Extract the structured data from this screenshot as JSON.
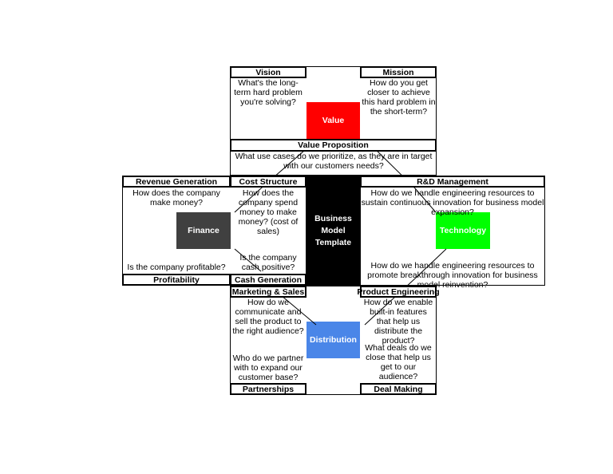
{
  "center": {
    "label": "Business Model Template",
    "color": "#000000"
  },
  "tiles": {
    "value": {
      "label": "Value",
      "color": "#ff0000"
    },
    "finance": {
      "label": "Finance",
      "color": "#404040"
    },
    "technology": {
      "label": "Technology",
      "color": "#00ff00"
    },
    "distribution": {
      "label": "Distribution",
      "color": "#4a86e8"
    }
  },
  "headers": {
    "vision": "Vision",
    "mission": "Mission",
    "value_proposition": "Value Proposition",
    "revenue_generation": "Revenue Generation",
    "cost_structure": "Cost Structure",
    "rd_management": "R&D Management",
    "profitability": "Profitability",
    "cash_generation": "Cash Generation",
    "marketing_sales": "Marketing & Sales",
    "product_engineering": "Product Engineering",
    "partnerships": "Partnerships",
    "deal_making": "Deal Making"
  },
  "questions": {
    "vision": "What's the long-term hard problem you're solving?",
    "mission": "How do you get closer to achieve this hard problem in the short-term?",
    "value_proposition": "What use cases do we prioritize, as they are in target with our customers needs?",
    "revenue_generation": "How does the company make money?",
    "profitability": "Is the company profitable?",
    "cost_structure": "How does the company spend money to make money? (cost of sales)",
    "cash_generation": "Is the company cash positive?",
    "rd_management": "How do we handle engineering resources to sustain continuous innovation for business model expansion?",
    "rd_reinvention": "How do we handle engineering resources to promote breakthrough innovation for business model reinvention?",
    "marketing_sales": "How do we communicate and sell the product to the right audience?",
    "partnerships": "Who do we partner with to expand our customer base?",
    "product_engineering": "How do we enable built-in features that help us distribute the product?",
    "deal_making": "What deals do we close that help us get to our audience?"
  }
}
